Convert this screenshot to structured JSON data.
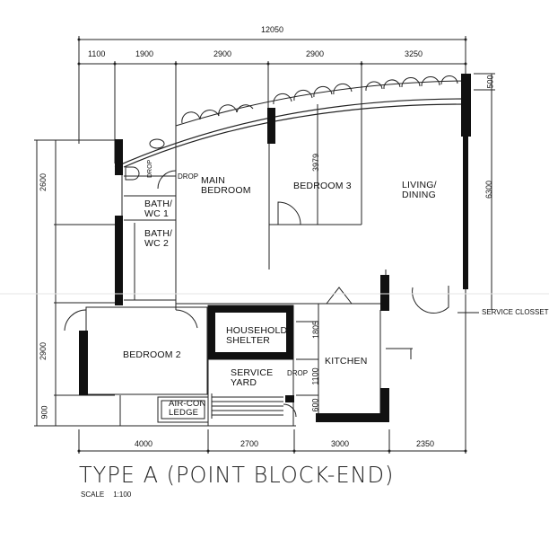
{
  "plan": {
    "title": "TYPE A (POINT BLOCK-END)",
    "scale_label": "SCALE",
    "scale_value": "1:100"
  },
  "dimensions": {
    "top_total": "12050",
    "top_segments": [
      "1100",
      "1900",
      "2900",
      "2900",
      "3250"
    ],
    "bottom_segments": [
      "4000",
      "2700",
      "3000",
      "2350"
    ],
    "left_segments": [
      "2600",
      "2900",
      "900"
    ],
    "right_segments": [
      "500",
      "6300"
    ],
    "internal": [
      "3979",
      "1805",
      "1100",
      "600"
    ]
  },
  "rooms": {
    "main_bedroom": [
      "MAIN",
      "BEDROOM"
    ],
    "bedroom_2": "BEDROOM 2",
    "bedroom_3": "BEDROOM 3",
    "living_dining": [
      "LIVING/",
      "DINING"
    ],
    "bath_wc_1": [
      "BATH/",
      "WC 1"
    ],
    "bath_wc_2": [
      "BATH/",
      "WC 2"
    ],
    "household_shelter": [
      "HOUSEHOLD",
      "SHELTER"
    ],
    "service_yard": [
      "SERVICE",
      "YARD"
    ],
    "kitchen": "KITCHEN",
    "aircon_ledge": [
      "AIR-CON",
      "LEDGE"
    ]
  },
  "annotations": {
    "drop_1": "DROP",
    "drop_2": "DROP",
    "drop_3": "DROP",
    "service_closet": "SERVICE CLOSSET"
  },
  "colors": {
    "wall": "#111111",
    "line": "#222222",
    "background": "#ffffff"
  }
}
